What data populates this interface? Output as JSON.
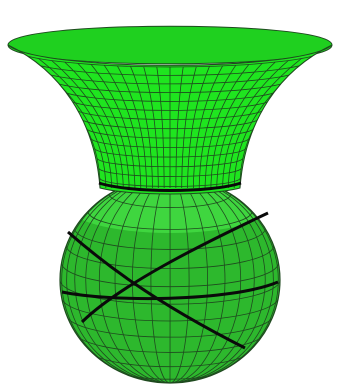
{
  "figure": {
    "kind": "surface of revolution: flared neck joined to a sphere",
    "colors": {
      "background": "#ffffff",
      "surface": "#1fe51f",
      "surface_shadow": "#2db82d",
      "mesh_lines": "#1f4a1f",
      "curves": "#0a0a0a"
    },
    "mesh": {
      "meridians_neck": 24,
      "parallels_neck": 14,
      "meridians_sphere": 18,
      "parallels_sphere": 12
    },
    "highlighted_curves": [
      "waist-circle",
      "sphere-equator",
      "oblique-great-circle-1",
      "oblique-great-circle-2"
    ]
  }
}
